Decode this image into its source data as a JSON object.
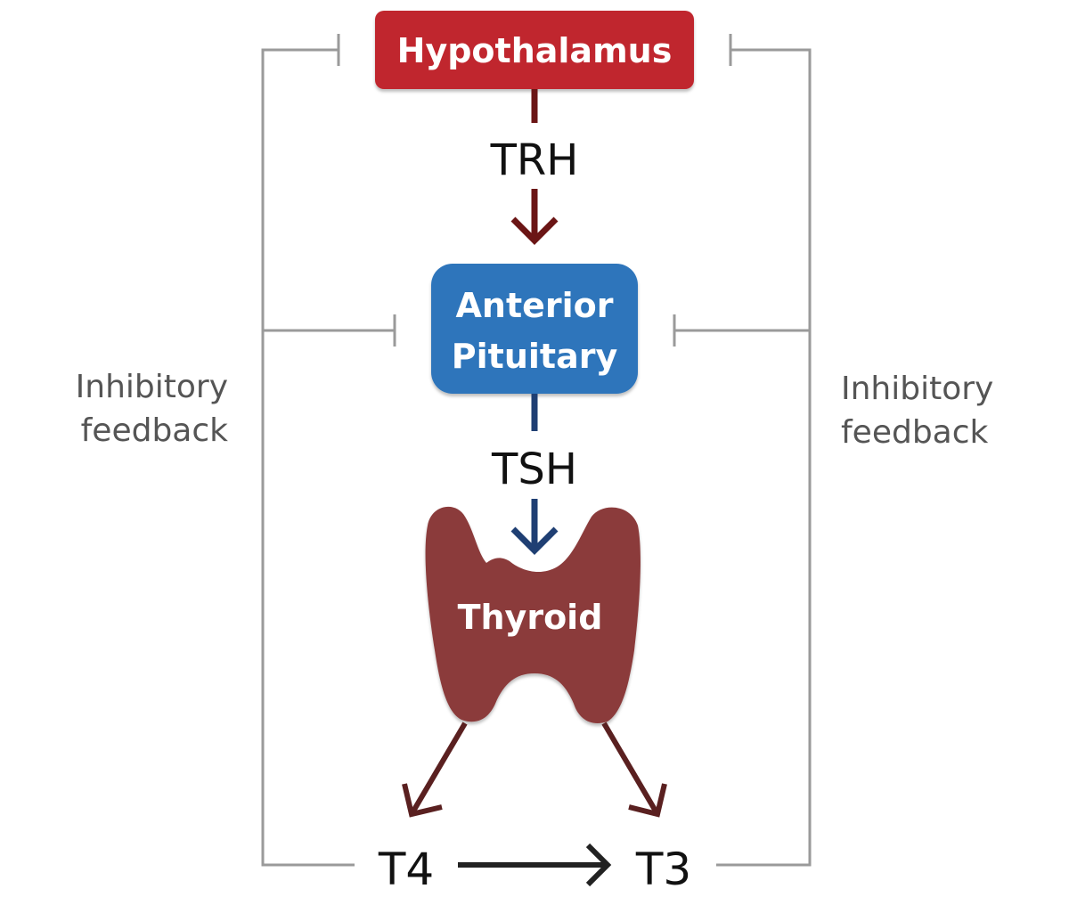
{
  "nodes": {
    "hypothalamus": {
      "label": "Hypothalamus",
      "color": "#c0282d"
    },
    "anterior_pituitary": {
      "line1": "Anterior",
      "line2": "Pituitary",
      "color": "#2e75bb"
    },
    "thyroid": {
      "label": "Thyroid",
      "color": "#8b3a3a"
    }
  },
  "hormones": {
    "trh": "TRH",
    "tsh": "TSH",
    "t4": "T4",
    "t3": "T3"
  },
  "feedback": {
    "left": {
      "line1": "Inhibitory",
      "line2": "feedback"
    },
    "right": {
      "line1": "Inhibitory",
      "line2": "feedback"
    },
    "color": "#9a9a9a"
  },
  "arrow_colors": {
    "trh": "#6b1515",
    "tsh": "#1f3f73",
    "thyroid_output": "#5a2020",
    "conversion": "#222222"
  }
}
